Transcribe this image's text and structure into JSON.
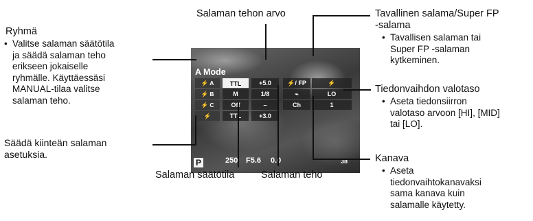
{
  "screen": {
    "mode_title": "A Mode",
    "group_labels": [
      "A",
      "B",
      "C"
    ],
    "group_icon_symbol": "⚡",
    "commander_icon": "⚡",
    "rc_mode_symbol": "⌁",
    "mode_col": [
      "TTL",
      "M",
      "Off",
      "TTL"
    ],
    "value_col": [
      "+5.0",
      "1/8",
      "–",
      "+3.0"
    ],
    "right_labels": [
      "⚡/ FP",
      "⌁",
      "Ch"
    ],
    "right_values": [
      "⚡",
      "LO",
      "1"
    ],
    "shutter": "250",
    "aperture": "F5.6",
    "exposure": "0.0",
    "shots": "38",
    "mode_letter": "P"
  },
  "labels": {
    "ryhma_title": "Ryhmä",
    "ryhma_bullet": [
      "Valitse salaman säätötila",
      "ja säädä salaman teho",
      "erikseen jokaiselle",
      "ryhmälle. Käyttäessäsi",
      "MANUAL-tilaa valitse",
      "salaman teho."
    ],
    "kiintea": [
      "Säädä kiinteän salaman",
      "asetuksia."
    ],
    "tehon_arvo": "Salaman tehon arvo",
    "saatotila": "Salaman säätötila",
    "teho": "Salaman teho",
    "tavallinen_title": [
      "Tavallinen salama/Super FP",
      "-salama"
    ],
    "tavallinen_bullet": [
      "Tavallisen salaman tai",
      "Super FP -salaman",
      "kytkeminen."
    ],
    "tiedonvaihto_title": "Tiedonvaihdon valotaso",
    "tiedonvaihto_bullet": [
      "Aseta tiedonsiirron",
      "valotaso arvoon [HI], [MID]",
      "tai [LO]."
    ],
    "kanava_title": "Kanava",
    "kanava_bullet": [
      "Aseta",
      "tiedonvaihtokanavaksi",
      "sama kanava kuin",
      "salamalle käytetty."
    ]
  }
}
